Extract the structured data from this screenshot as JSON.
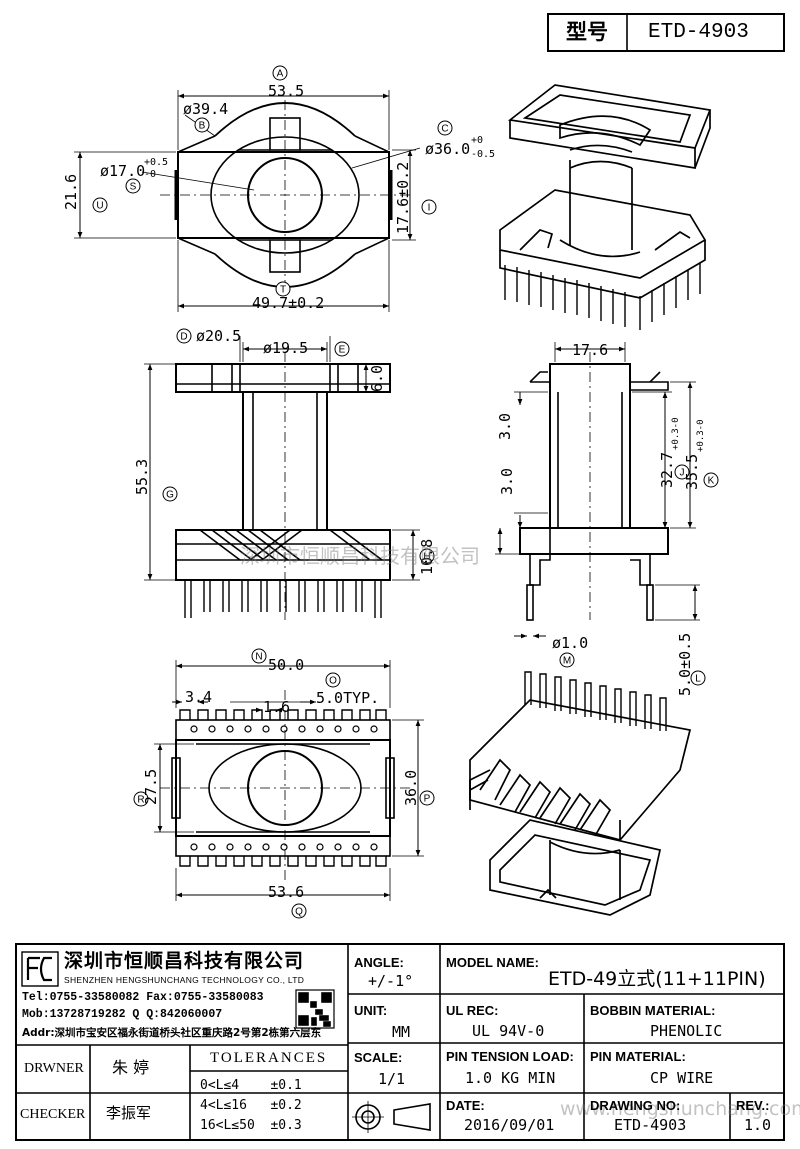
{
  "header": {
    "model_label": "型号",
    "model_code": "ETD-4903"
  },
  "dims": {
    "a": "53.5",
    "b": "ø39.4",
    "c": "ø36.0",
    "c_tol_up": "+0",
    "c_tol_dn": "-0.5",
    "s": "ø17.0",
    "s_tol_up": "+0.5",
    "s_tol_dn": "-0",
    "u": "21.6",
    "i": "17.6±0.2",
    "t": "49.7±0.2",
    "d": "ø20.5",
    "e": "ø19.5",
    "six": "6.0",
    "g": "55.3",
    "h": "10.8",
    "w17": "17.6",
    "three_a": "3.0",
    "three_b": "3.0",
    "j": "32.7",
    "j_tol": "+0.3-0",
    "k": "35.5",
    "k_tol": "+0.3-0",
    "m": "ø1.0",
    "l": "5.0±0.5",
    "n": "50.0",
    "three_four": "3.4",
    "one_six": "1.6",
    "o": "5.0TYP.",
    "r": "27.5",
    "p": "36.0",
    "q": "53.6"
  },
  "markers": [
    "A",
    "B",
    "C",
    "S",
    "U",
    "I",
    "T",
    "D",
    "E",
    "G",
    "H",
    "J",
    "K",
    "M",
    "L",
    "N",
    "O",
    "R",
    "P",
    "Q"
  ],
  "watermarks": {
    "center": "深圳市恒顺昌科技有限公司",
    "bottom": "www.hengshunchang.com"
  },
  "company": {
    "name_cn": "深圳市恒顺昌科技有限公司",
    "name_en": "SHENZHEN HENGSHUNCHANG TECHNOLOGY CO., LTD",
    "tel": "Tel:0755-33580082 Fax:0755-33580083",
    "mob": "Mob:13728719282    Q  Q:842060007",
    "addr": "Addr:深圳市宝安区福永街道桥头社区重庆路2号第2栋第六层东"
  },
  "titleblock": {
    "angle_label": "ANGLE:",
    "angle_value": "+/-1°",
    "unit_label": "UNIT:",
    "unit_value": "MM",
    "scale_label": "SCALE:",
    "scale_value": "1/1",
    "model_name_label": "MODEL NAME:",
    "model_name_value": "ETD-49立式(11+11PIN)",
    "ul_label": "UL REC:",
    "ul_value": "UL 94V-0",
    "bobbin_label": "BOBBIN MATERIAL:",
    "bobbin_value": "PHENOLIC",
    "pin_tension_label": "PIN TENSION LOAD:",
    "pin_tension_value": "1.0 KG MIN",
    "pin_material_label": "PIN MATERIAL:",
    "pin_material_value": "CP WIRE",
    "date_label": "DATE:",
    "date_value": "2016/09/01",
    "drawing_no_label": "DRAWING NO:",
    "drawing_no_value": "ETD-4903",
    "rev_label": "REV.:",
    "rev_value": "1.0",
    "drawner_label": "DRWNER",
    "drawner_value": "朱 婷",
    "checker_label": "CHECKER",
    "checker_value": "李振军",
    "tolerances_label": "TOLERANCES",
    "tol_1": "0<L≤4    ±0.1",
    "tol_2": "4<L≤16   ±0.2",
    "tol_3": "16<L≤50  ±0.3"
  }
}
